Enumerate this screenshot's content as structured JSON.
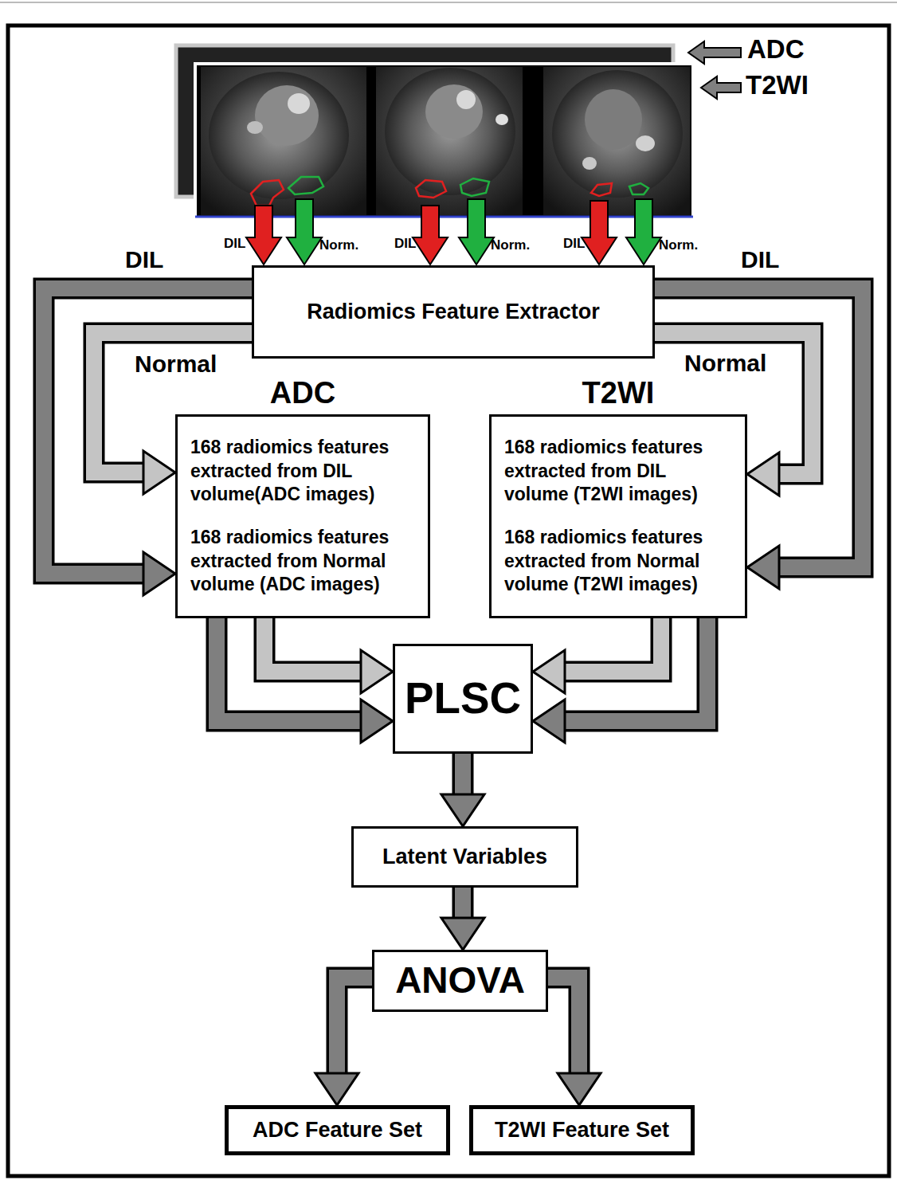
{
  "diagram": {
    "nodes": [
      {
        "text": [
          "Radiomics Feature Extractor"
        ]
      },
      {
        "text": [
          "ADC",
          "168 radiomics features extracted from DIL volume(ADC images)",
          "168 radiomics features extracted from Normal volume (ADC images)"
        ]
      },
      {
        "text": [
          "T2WI",
          "168 radiomics features extracted from DIL volume (T2WI images)",
          "168 radiomics features extracted from Normal volume (T2WI images)"
        ]
      },
      {
        "text": [
          "PLSC"
        ]
      },
      {
        "text": [
          "Latent Variables"
        ]
      },
      {
        "text": [
          "ANOVA"
        ]
      },
      {
        "text": [
          "ADC Feature Set"
        ]
      },
      {
        "text": [
          "T2WI Feature Set"
        ]
      }
    ],
    "edges": [
      {
        "from": 0,
        "to": 1,
        "arrow": "to",
        "label": "DIL"
      },
      {
        "from": 0,
        "to": 1,
        "arrow": "to",
        "label": "Normal"
      },
      {
        "from": 0,
        "to": 2,
        "arrow": "to",
        "label": "DIL"
      },
      {
        "from": 0,
        "to": 2,
        "arrow": "to",
        "label": "Normal"
      },
      {
        "from": 1,
        "to": 3,
        "arrow": "to"
      },
      {
        "from": 1,
        "to": 3,
        "arrow": "to"
      },
      {
        "from": 2,
        "to": 3,
        "arrow": "to"
      },
      {
        "from": 2,
        "to": 3,
        "arrow": "to"
      },
      {
        "from": 3,
        "to": 4,
        "arrow": "to"
      },
      {
        "from": 4,
        "to": 5,
        "arrow": "to"
      },
      {
        "from": 5,
        "to": 6,
        "arrow": "to"
      },
      {
        "from": 5,
        "to": 7,
        "arrow": "to"
      }
    ],
    "labels": [
      "ADC",
      "T2WI",
      "DIL",
      "Norm.",
      "DIL",
      "Norm.",
      "DIL",
      "Norm."
    ]
  }
}
